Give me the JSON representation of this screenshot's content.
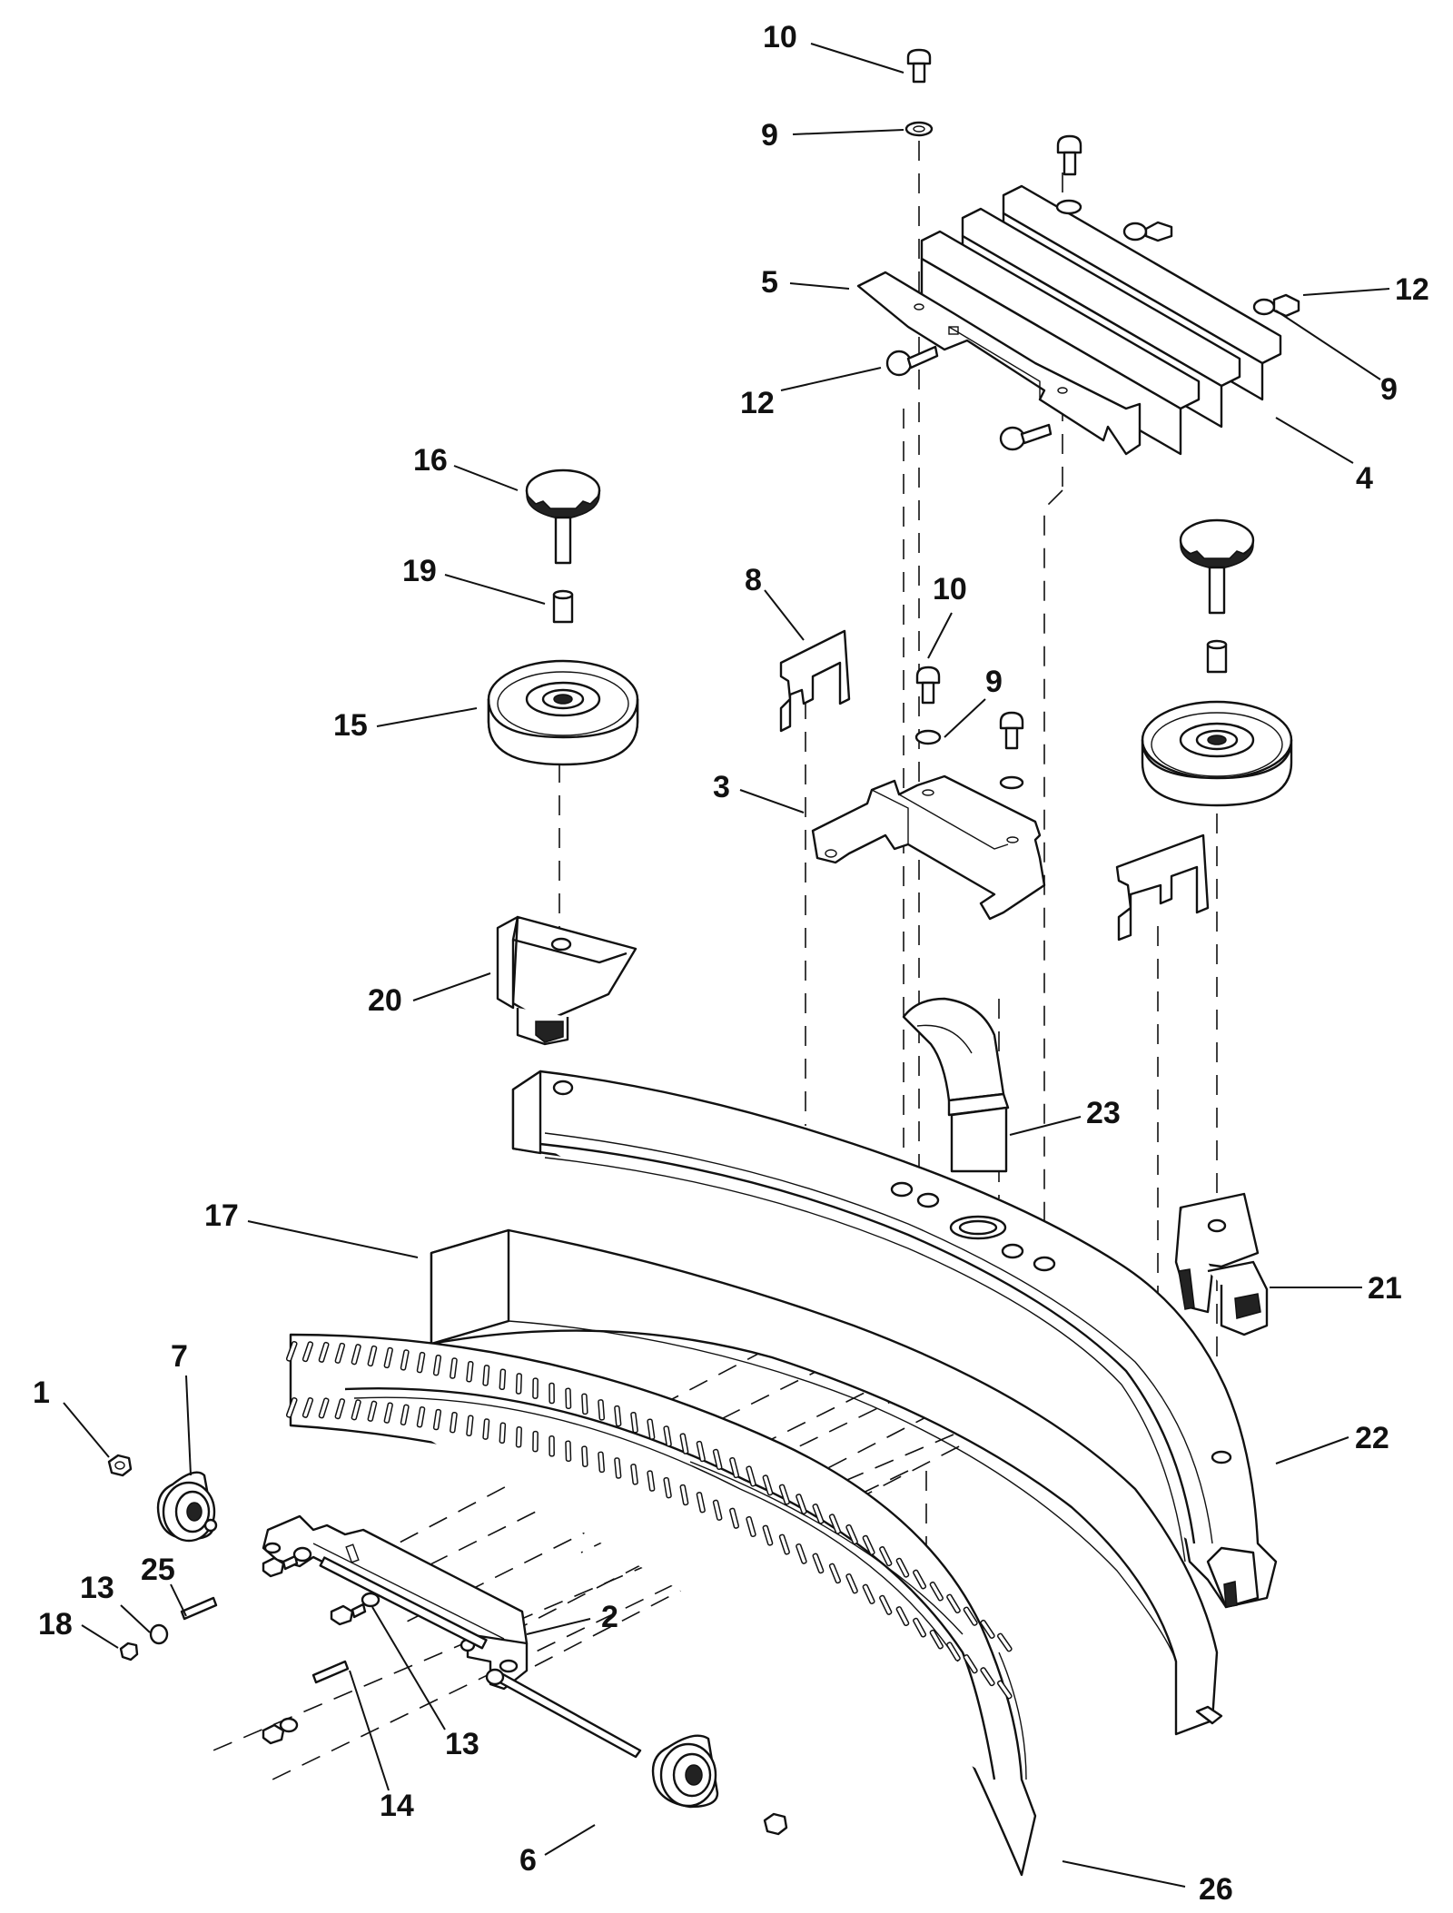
{
  "callouts": [
    {
      "label": "10"
    },
    {
      "label": "9"
    },
    {
      "label": "5"
    },
    {
      "label": "12"
    },
    {
      "label": "12"
    },
    {
      "label": "9"
    },
    {
      "label": "4"
    },
    {
      "label": "16"
    },
    {
      "label": "19"
    },
    {
      "label": "8"
    },
    {
      "label": "10"
    },
    {
      "label": "9"
    },
    {
      "label": "15"
    },
    {
      "label": "3"
    },
    {
      "label": "20"
    },
    {
      "label": "23"
    },
    {
      "label": "17"
    },
    {
      "label": "21"
    },
    {
      "label": "7"
    },
    {
      "label": "1"
    },
    {
      "label": "22"
    },
    {
      "label": "25"
    },
    {
      "label": "13"
    },
    {
      "label": "18"
    },
    {
      "label": "2"
    },
    {
      "label": "13"
    },
    {
      "label": "14"
    },
    {
      "label": "6"
    },
    {
      "label": "26"
    }
  ]
}
